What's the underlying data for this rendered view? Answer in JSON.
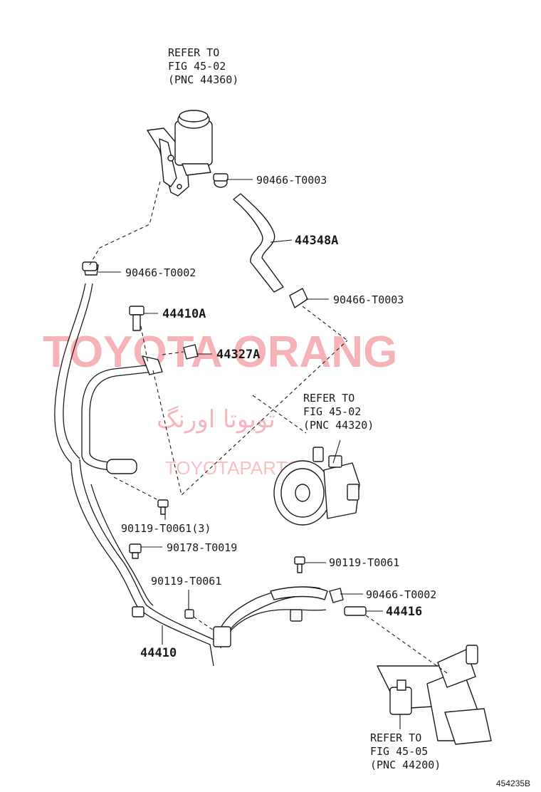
{
  "diagram": {
    "figure_id": "454235B",
    "watermark": {
      "main": "TOYOTA ORANG",
      "farsi": "تویوتا اورنگ",
      "sub": "TOYOTAPARTS"
    },
    "refs": {
      "reservoir": [
        "REFER TO",
        "FIG 45-02",
        "(PNC 44360)"
      ],
      "pump": [
        "REFER TO",
        "FIG 45-02",
        "(PNC 44320)"
      ],
      "gear": [
        "REFER TO",
        "FIG 45-05",
        "(PNC 44200)"
      ]
    },
    "callouts": {
      "clamp_top": "90466-T0003",
      "hose_44348a": "44348A",
      "clamp_left": "90466-T0002",
      "clamp_mid": "90466-T0003",
      "bolt_44410a": "44410A",
      "clip_44327a": "44327A",
      "bolt_3": "90119-T0061(3)",
      "nut": "90178-T0019",
      "bolt_right": "90119-T0061",
      "bolt_lower": "90119-T0061",
      "clamp_lower": "90466-T0002",
      "union_44416": "44416",
      "tube_44410": "44410"
    }
  }
}
